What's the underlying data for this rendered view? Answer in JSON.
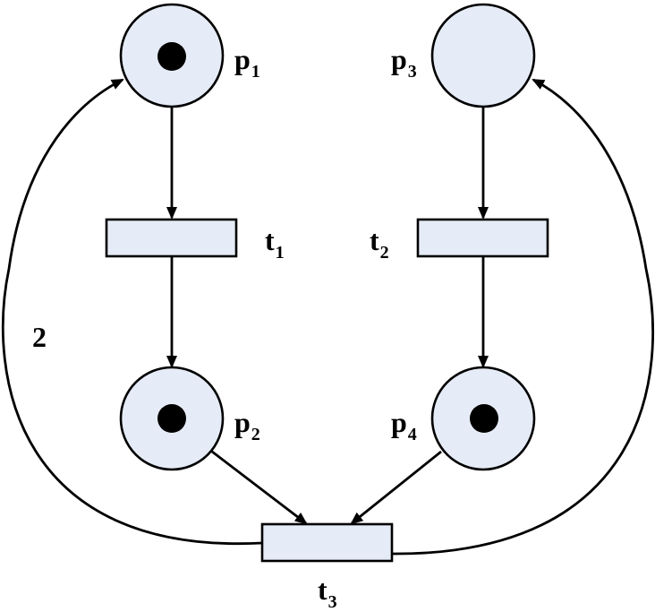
{
  "places": [
    {
      "id": "p1",
      "letter": "p",
      "index": "1",
      "tokens": 1
    },
    {
      "id": "p2",
      "letter": "p",
      "index": "2",
      "tokens": 1
    },
    {
      "id": "p3",
      "letter": "p",
      "index": "3",
      "tokens": 0
    },
    {
      "id": "p4",
      "letter": "p",
      "index": "4",
      "tokens": 1
    }
  ],
  "transitions": [
    {
      "id": "t1",
      "letter": "t",
      "index": "1"
    },
    {
      "id": "t2",
      "letter": "t",
      "index": "2"
    },
    {
      "id": "t3",
      "letter": "t",
      "index": "3"
    }
  ],
  "arcs": [
    {
      "from": "p1",
      "to": "t1",
      "weight": null
    },
    {
      "from": "t1",
      "to": "p2",
      "weight": null
    },
    {
      "from": "p3",
      "to": "t2",
      "weight": null
    },
    {
      "from": "t2",
      "to": "p4",
      "weight": null
    },
    {
      "from": "p2",
      "to": "t3",
      "weight": null
    },
    {
      "from": "p4",
      "to": "t3",
      "weight": null
    },
    {
      "from": "t3",
      "to": "p1",
      "weight": "2"
    },
    {
      "from": "t3",
      "to": "p3",
      "weight": null
    }
  ],
  "colors": {
    "node_fill": "#e6ecf7",
    "stroke": "#000000",
    "token": "#000000"
  }
}
